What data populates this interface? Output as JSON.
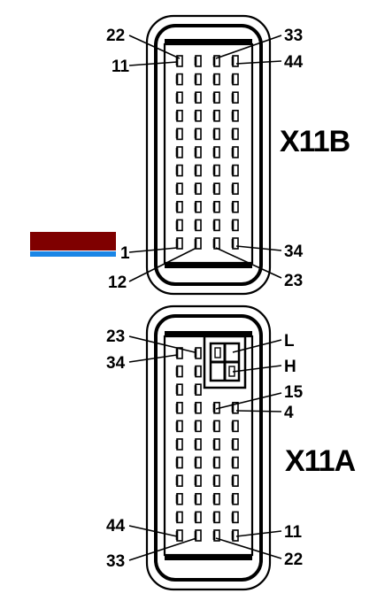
{
  "connectors": {
    "x11b": {
      "title": "X11B",
      "labels": {
        "top_left": "22",
        "top_right": "33",
        "mid_left": "11",
        "mid_right": "44",
        "low_left": "1",
        "low_right": "34",
        "bottom_left": "12",
        "bottom_right": "23"
      }
    },
    "x11a": {
      "title": "X11A",
      "labels": {
        "top_left": "23",
        "mid_left": "34",
        "pin_l": "L",
        "pin_h": "H",
        "pin_15": "15",
        "pin_4": "4",
        "low_left": "44",
        "low_right": "11",
        "bottom_left": "33",
        "bottom_right": "22"
      }
    }
  },
  "colors": {
    "marker_dark_red": "#7f0000",
    "marker_blue": "#1a86e6",
    "line": "#000000"
  }
}
